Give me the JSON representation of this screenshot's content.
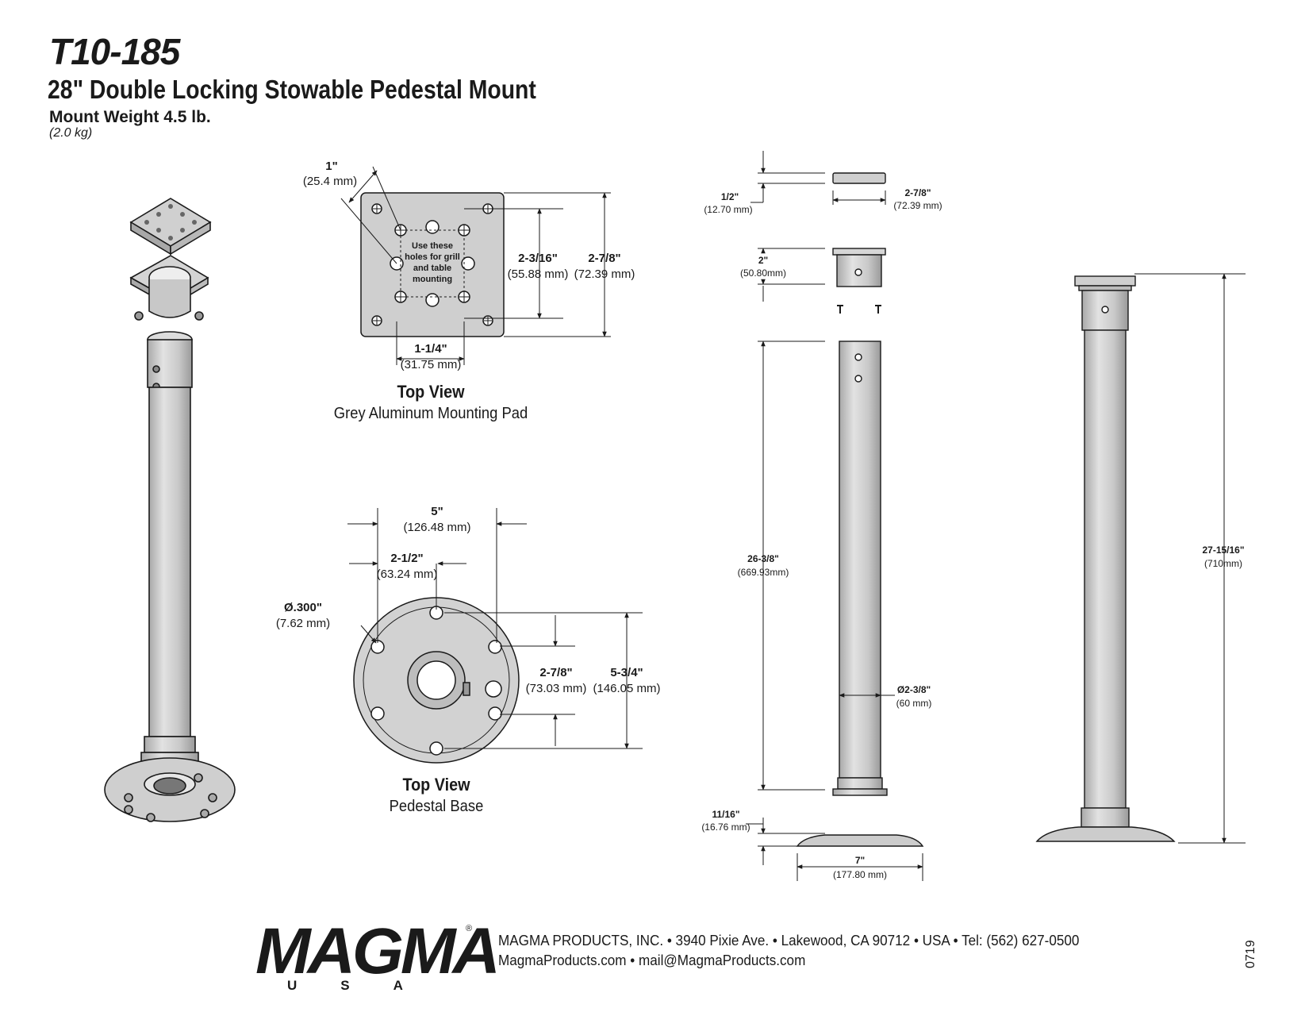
{
  "header": {
    "model": "T10-185",
    "title": "28\" Double Locking Stowable Pedestal Mount",
    "weight": "Mount Weight 4.5 lb.",
    "weight_metric": "(2.0 kg)"
  },
  "top_view_pad": {
    "caption_title": "Top View",
    "caption_sub": "Grey Aluminum Mounting Pad",
    "note_lines": [
      "Use these",
      "holes for grill",
      "and table",
      "mounting"
    ],
    "dim_1in": "1\"",
    "dim_1in_mm": "(25.4 mm)",
    "dim_2_3_16": "2-3/16\"",
    "dim_2_3_16_mm": "(55.88 mm)",
    "dim_2_7_8": "2-7/8\"",
    "dim_2_7_8_mm": "(72.39 mm)",
    "dim_1_1_4": "1-1/4\"",
    "dim_1_1_4_mm": "(31.75 mm)"
  },
  "top_view_base": {
    "caption_title": "Top View",
    "caption_sub": "Pedestal Base",
    "dim_5in": "5\"",
    "dim_5in_mm": "(126.48 mm)",
    "dim_2_1_2": "2-1/2\"",
    "dim_2_1_2_mm": "(63.24 mm)",
    "dim_hole": "Ø.300\"",
    "dim_hole_mm": "(7.62 mm)",
    "dim_2_7_8": "2-7/8\"",
    "dim_2_7_8_mm": "(73.03 mm)",
    "dim_5_3_4": "5-3/4\"",
    "dim_5_3_4_mm": "(146.05 mm)"
  },
  "side_view": {
    "dim_1_2": "1/2\"",
    "dim_1_2_mm": "(12.70 mm)",
    "dim_2_7_8": "2-7/8\"",
    "dim_2_7_8_mm": "(72.39 mm)",
    "dim_2in": "2\"",
    "dim_2in_mm": "(50.80mm)",
    "dim_26_3_8": "26-3/8\"",
    "dim_26_3_8_mm": "(669.93mm)",
    "dim_dia": "Ø2-3/8\"",
    "dim_dia_mm": "(60 mm)",
    "dim_11_16": "11/16\"",
    "dim_11_16_mm": "(16.76 mm)",
    "dim_7in": "7\"",
    "dim_7in_mm": "(177.80 mm)"
  },
  "assembled_view": {
    "dim_height": "27-15/16\"",
    "dim_height_mm": "(710mm)"
  },
  "footer": {
    "logo_word": "MAGMA",
    "logo_sub": "USA",
    "logo_reg": "®",
    "company_line": "MAGMA PRODUCTS, INC. • 3940 Pixie Ave. • Lakewood, CA 90712 • USA • Tel: (562) 627-0500",
    "web_line": "MagmaProducts.com • mail@MagmaProducts.com",
    "doc_number": "0719"
  }
}
